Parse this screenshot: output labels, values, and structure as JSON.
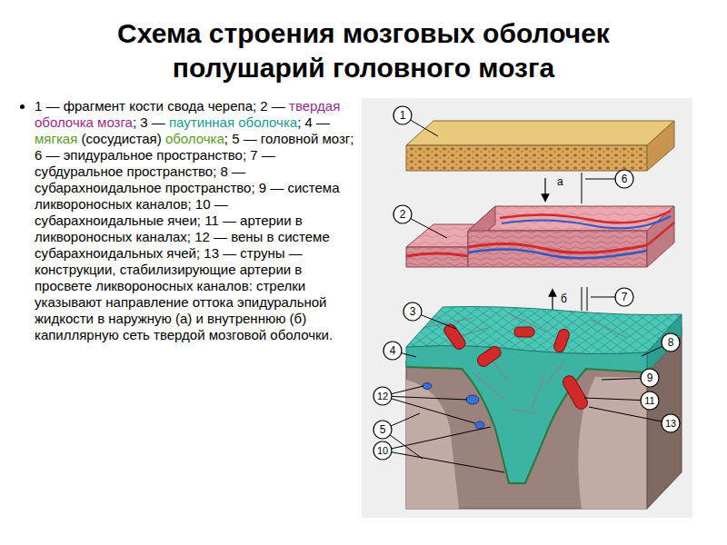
{
  "diagram": {
    "title": "Схема строения мозговых оболочек полушарий головного мозга",
    "labels": [
      "1 — фрагмент кости свода черепа; 2 —",
      "твердая оболочка мозга",
      "; 3 —",
      "паутинная оболочка",
      "; 4 —",
      "мягкая",
      "(сосудистая)",
      "оболочка",
      "; 5 — головной мозг; 6 — эпидуральное пространство; 7 — субдуральное пространство; 8 — субарахноидальное пространство; 9 — система ликвороносных каналов; 10 — субарахноидальные ячеи; 11 — артерии в ликвороносных каналах; 12 — вены в системе субарахноидальных ячей; 13 — струны — конструкции, стабилизирующие артерии в просвете ликвороносных каналов: стрелки указывают направление оттока эпидуральной жидкости в наружную (а) и внутреннюю (б) капиллярную сеть твердой мозговой оболочки.",
      "1",
      "а",
      "6",
      "2",
      "б",
      "7",
      "3",
      "8",
      "4",
      "9",
      "12",
      "11",
      "5",
      "13",
      "10"
    ]
  }
}
